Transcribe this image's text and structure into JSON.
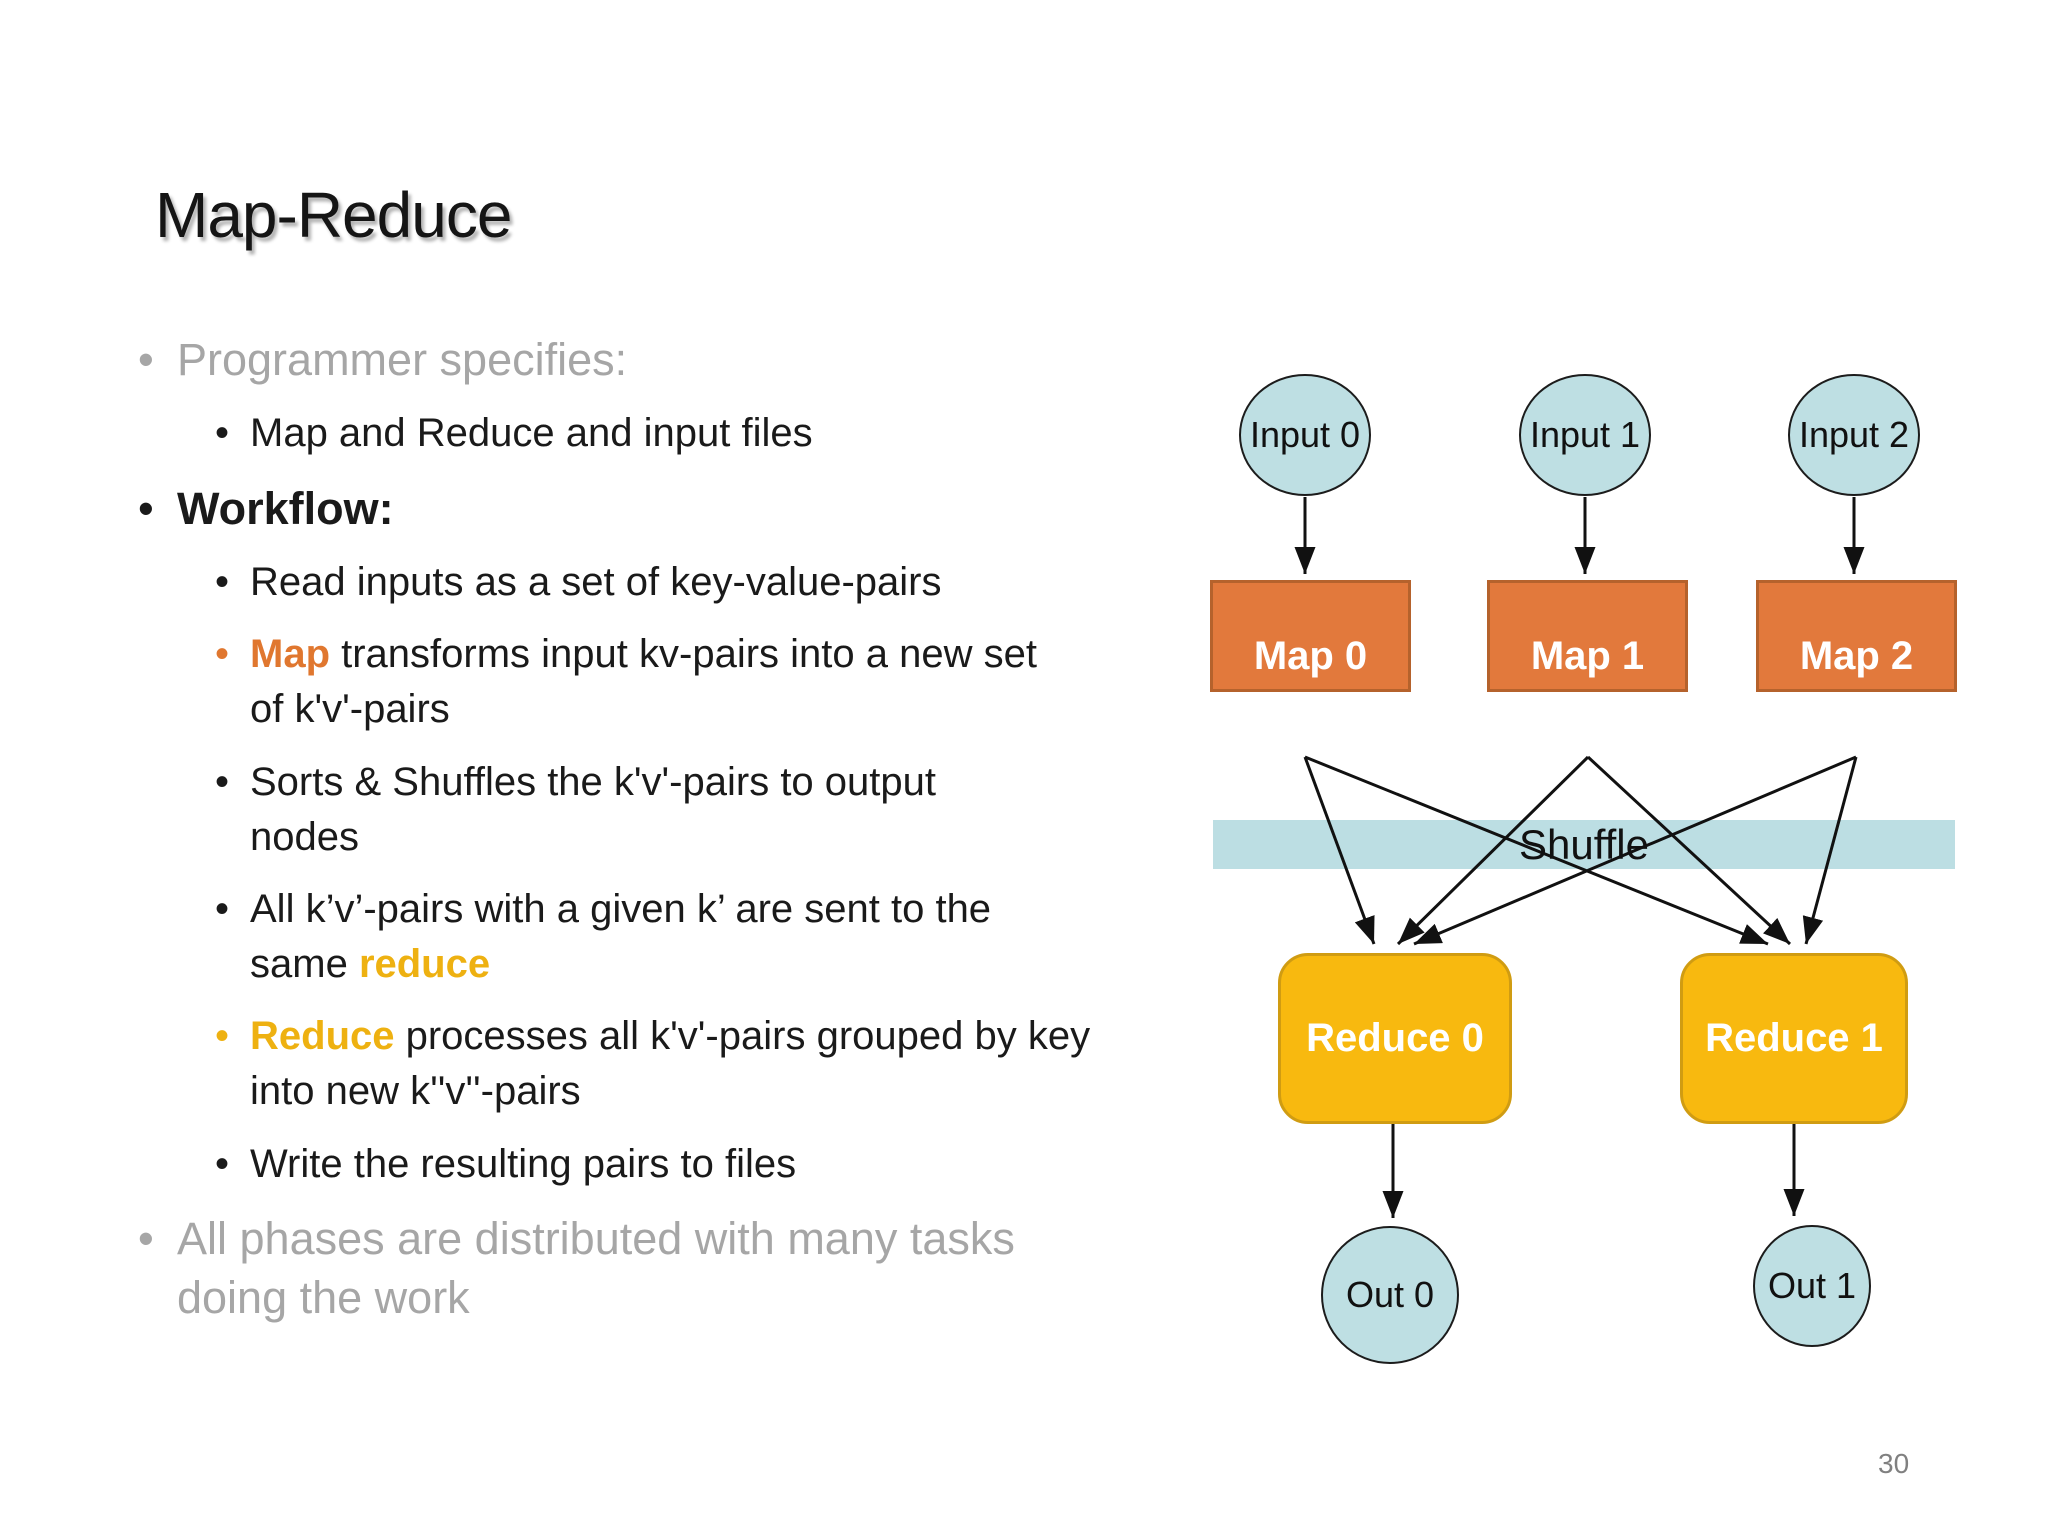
{
  "slide": {
    "title": "Map-Reduce",
    "page_number": "30",
    "bullet_char": "•"
  },
  "colors": {
    "text_black": "#1a1a1a",
    "text_gray": "#a6a6a6",
    "accent_orange": "#e0772f",
    "accent_gold": "#eeb111",
    "map_fill": "#e2793c",
    "map_border": "#b5622c",
    "reduce_fill": "#f8b90f",
    "reduce_border": "#d09c12",
    "node_fill": "#bedfe3",
    "shuffle_fill": "#bcdee3",
    "connector": "#111111"
  },
  "bullets": [
    {
      "level": 1,
      "style": "gray",
      "lines": [
        [
          {
            "text": "Programmer specifies:"
          }
        ]
      ]
    },
    {
      "level": 2,
      "lines": [
        [
          {
            "text": "Map and Reduce and input files"
          }
        ]
      ]
    },
    {
      "level": 1,
      "style": "bold",
      "lines": [
        [
          {
            "text": "Workflow:"
          }
        ]
      ]
    },
    {
      "level": 2,
      "lines": [
        [
          {
            "text": "Read inputs as a set of key-value-pairs"
          }
        ]
      ]
    },
    {
      "level": 2,
      "lines": [
        [
          {
            "text": "Map ",
            "color": "orange",
            "bold": true
          },
          {
            "text": "transforms input kv-pairs into a new set"
          }
        ],
        [
          {
            "text": "of k'v'-pairs"
          }
        ]
      ]
    },
    {
      "level": 2,
      "lines": [
        [
          {
            "text": "Sorts & Shuffles the k'v'-pairs to output"
          }
        ],
        [
          {
            "text": "nodes"
          }
        ]
      ]
    },
    {
      "level": 2,
      "lines": [
        [
          {
            "text": "All k’v’-pairs with a given k’ are sent to the"
          }
        ],
        [
          {
            "text": "same "
          },
          {
            "text": "reduce",
            "color": "gold",
            "bold": true
          }
        ]
      ]
    },
    {
      "level": 2,
      "lines": [
        [
          {
            "text": "Reduce ",
            "color": "gold",
            "bold": true
          },
          {
            "text": "processes all k'v'-pairs grouped by key"
          }
        ],
        [
          {
            "text": "into new k''v''-pairs"
          }
        ]
      ]
    },
    {
      "level": 2,
      "lines": [
        [
          {
            "text": "Write the resulting pairs to files"
          }
        ]
      ]
    },
    {
      "level": 1,
      "style": "gray",
      "lines": [
        [
          {
            "text": "All phases are distributed with many tasks"
          }
        ],
        [
          {
            "text": "doing the work"
          }
        ]
      ]
    }
  ],
  "diagram": {
    "shuffle_label": "Shuffle",
    "inputs": [
      "Input 0",
      "Input 1",
      "Input 2"
    ],
    "maps": [
      "Map 0",
      "Map 1",
      "Map 2"
    ],
    "reduces": [
      "Reduce 0",
      "Reduce 1"
    ],
    "outputs": [
      "Out 0",
      "Out 1"
    ]
  }
}
